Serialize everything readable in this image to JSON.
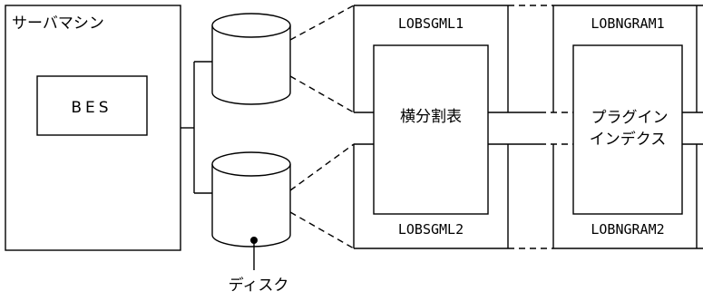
{
  "server": {
    "label": "サーバマシン",
    "bes_label": "BES"
  },
  "disk": {
    "label": "ディスク"
  },
  "lobsgml1": {
    "label": "LOBSGML1"
  },
  "lobsgml2": {
    "label": "LOBSGML2"
  },
  "horizontal_partition_table": {
    "label": "横分割表"
  },
  "lobngram1": {
    "label": "LOBNGRAM1"
  },
  "lobngram2": {
    "label": "LOBNGRAM2"
  },
  "plugin_index": {
    "line1": "プラグイン",
    "line2": "インデクス"
  }
}
